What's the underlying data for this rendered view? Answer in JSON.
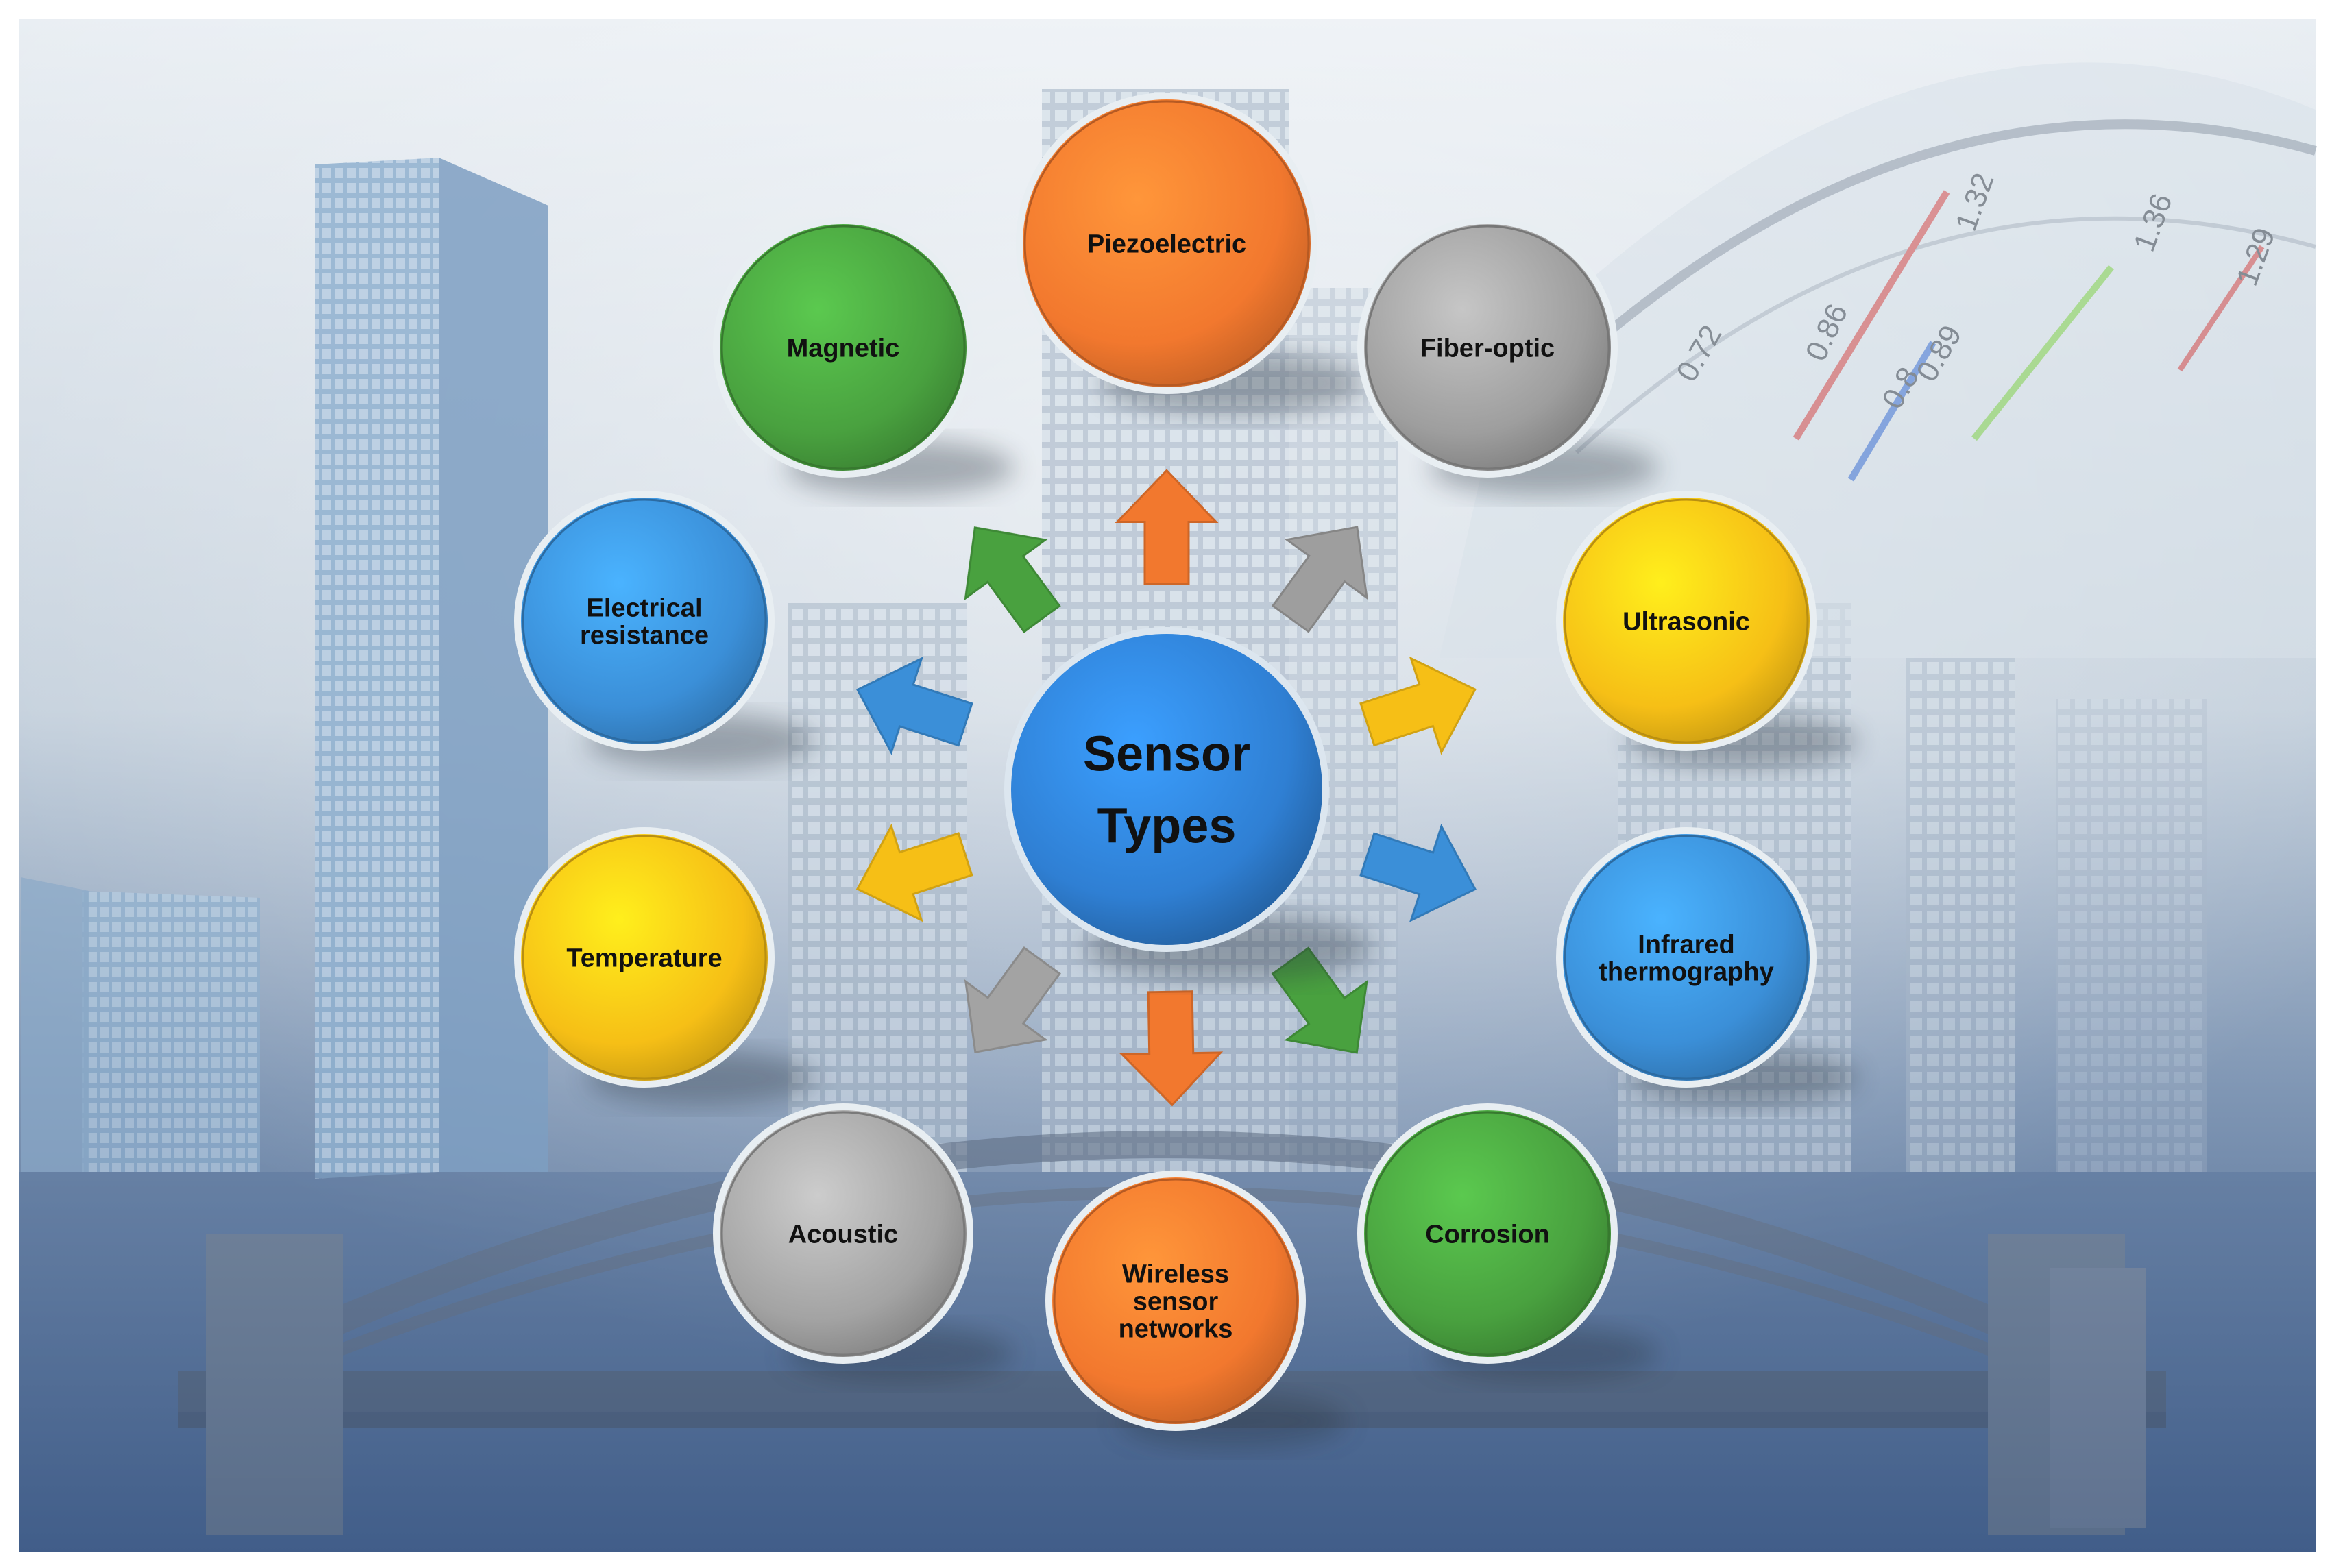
{
  "diagram": {
    "hub": {
      "lines": [
        "Sensor",
        "Types"
      ],
      "color": "#2f7fd3"
    },
    "nodes": [
      {
        "id": "piezoelectric",
        "lines": [
          "Piezoelectric"
        ],
        "color": "#f2782e",
        "icon": "orange-circle"
      },
      {
        "id": "fiber-optic",
        "lines": [
          "Fiber-optic"
        ],
        "color": "#9e9e9e",
        "icon": "gray-circle"
      },
      {
        "id": "ultrasonic",
        "lines": [
          "Ultrasonic"
        ],
        "color": "#f6bf16",
        "icon": "yellow-circle"
      },
      {
        "id": "infrared-thermography",
        "lines": [
          "Infrared",
          "thermography"
        ],
        "color": "#3b8fd8",
        "icon": "blue-circle"
      },
      {
        "id": "corrosion",
        "lines": [
          "Corrosion"
        ],
        "color": "#49a13f",
        "icon": "green-circle"
      },
      {
        "id": "wireless-sensor-networks",
        "lines": [
          "Wireless",
          "sensor",
          "networks"
        ],
        "color": "#f2782e",
        "icon": "orange-circle"
      },
      {
        "id": "acoustic",
        "lines": [
          "Acoustic"
        ],
        "color": "#a3a3a3",
        "icon": "gray-circle"
      },
      {
        "id": "temperature",
        "lines": [
          "Temperature"
        ],
        "color": "#f6bf16",
        "icon": "yellow-circle"
      },
      {
        "id": "electrical-resistance",
        "lines": [
          "Electrical",
          "resistance"
        ],
        "color": "#3b8fd8",
        "icon": "blue-circle"
      },
      {
        "id": "magnetic",
        "lines": [
          "Magnetic"
        ],
        "color": "#49a13f",
        "icon": "green-circle"
      }
    ],
    "background": {
      "icons": [
        "skyscraper-silhouette",
        "arch-bridge-silhouette",
        "gauge-dial"
      ],
      "dial_ticks": [
        "0.72",
        "0.86",
        "0.8",
        "0.89",
        "1.32",
        "1.36",
        "1.29"
      ]
    }
  }
}
